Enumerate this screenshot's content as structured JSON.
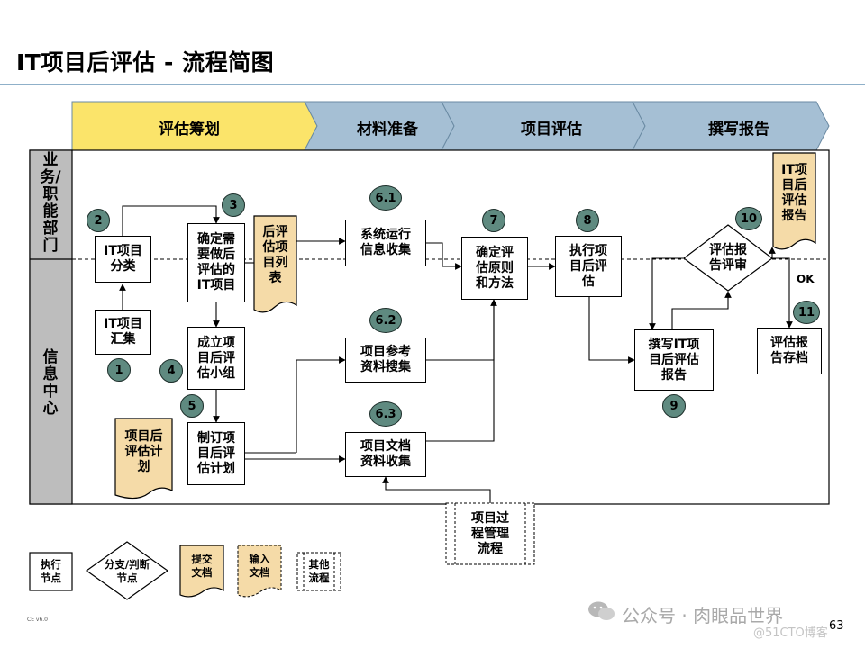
{
  "title": "IT项目后评估 - 流程简图",
  "phases": [
    "评估筹划",
    "材料准备",
    "项目评估",
    "撰写报告"
  ],
  "lanes": [
    "业务/职能部门",
    "信息中心"
  ],
  "nodes": {
    "n1": {
      "label": "IT项目\n汇集",
      "num": "1"
    },
    "n2": {
      "label": "IT项目\n分类",
      "num": "2"
    },
    "n3": {
      "label": "确定需\n要做后\n评估的\nIT项目",
      "num": "3"
    },
    "n4": {
      "label": "成立项\n目后评\n估小组",
      "num": "4"
    },
    "n5": {
      "label": "制订项\n目后评\n估计划",
      "num": "5"
    },
    "n61": {
      "label": "系统运行\n信息收集",
      "num": "6.1"
    },
    "n62": {
      "label": "项目参考\n资料搜集",
      "num": "6.2"
    },
    "n63": {
      "label": "项目文档\n资料收集",
      "num": "6.3"
    },
    "n7": {
      "label": "确定评\n估原则\n和方法",
      "num": "7"
    },
    "n8": {
      "label": "执行项\n目后评\n估",
      "num": "8"
    },
    "n9": {
      "label": "撰写IT项\n目后评估\n报告",
      "num": "9"
    },
    "n10": {
      "label": "评估报\n告评审",
      "num": "10"
    },
    "n11": {
      "label": "评估报\n告存档",
      "num": "11"
    }
  },
  "documents": {
    "list_doc": "后评\n估项\n目列\n表",
    "plan_doc": "项目后\n评估计\n划",
    "report_doc": "IT项\n目后\n评估\n报告"
  },
  "external_process": "项目过\n程管理\n流程",
  "ok_label": "OK",
  "legend": {
    "exec": "执行\n节点",
    "branch": "分支/判断\n节点",
    "submit": "提交\n文档",
    "input": "输入\n文档",
    "other": "其他\n流程"
  },
  "footer": {
    "version": "CE v6.0",
    "page": "63",
    "watermark": "公众号 · 肉眼品世界",
    "watermark2": "@51CTO博客"
  },
  "colors": {
    "phase_active": "#fbe46a",
    "phase_inactive": "#a5bfd4",
    "lane_header": "#bdbdbd",
    "document_fill": "#f5dba8",
    "step_circle": "#5f8a80"
  }
}
